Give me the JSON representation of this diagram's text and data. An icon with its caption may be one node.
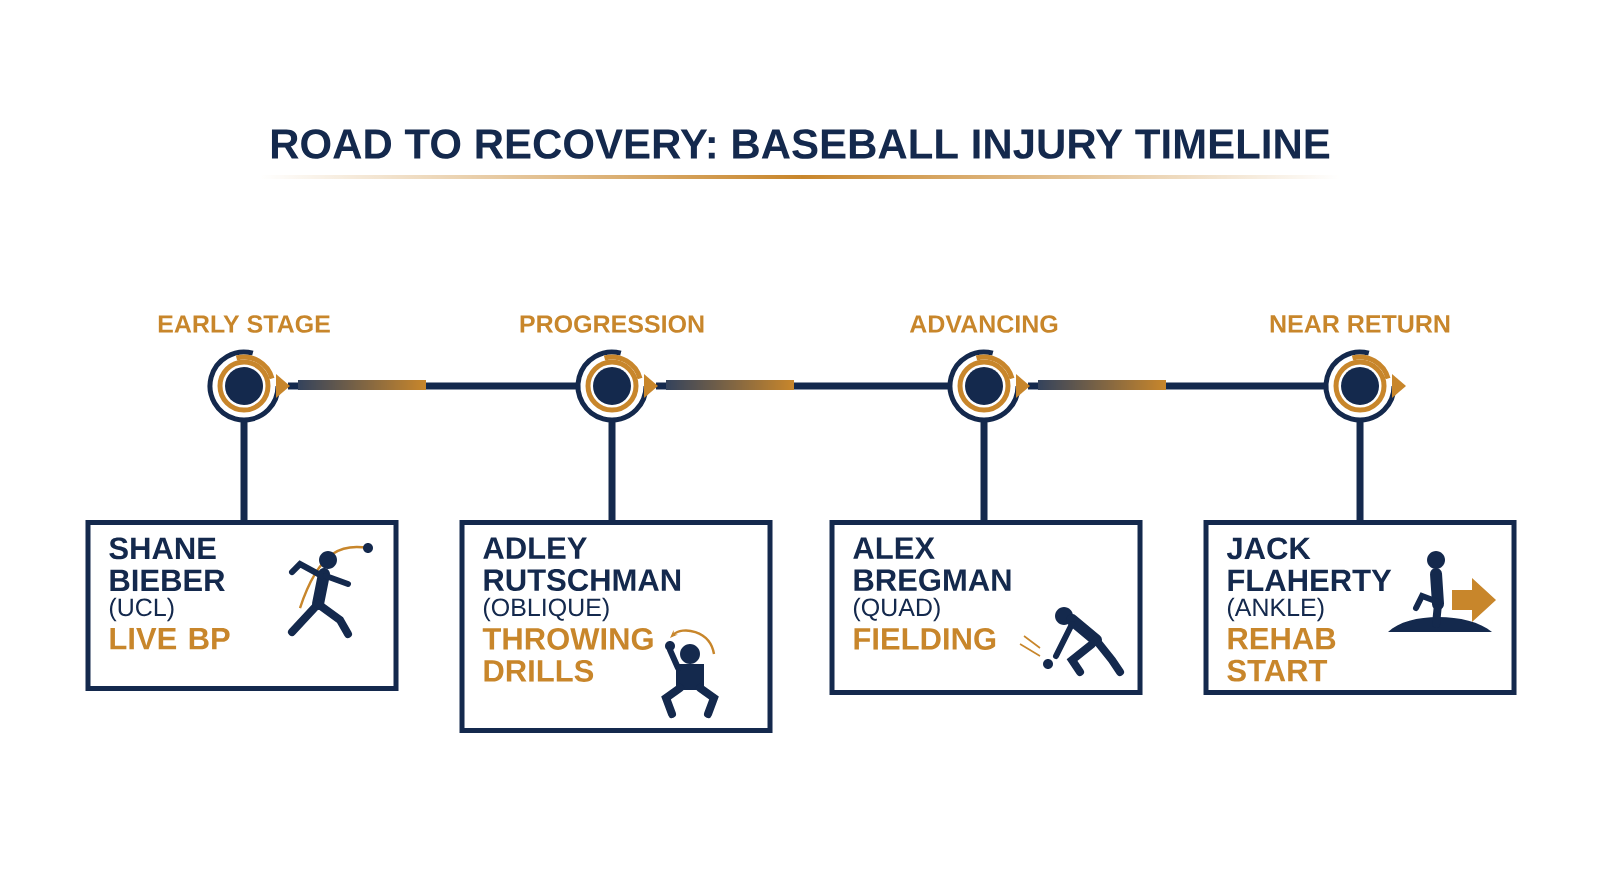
{
  "diagram": {
    "title": "ROAD TO RECOVERY: BASEBALL INJURY TIMELINE",
    "nodes": [
      {
        "text": [
          "EARLY STAGE"
        ]
      },
      {
        "text": [
          "PROGRESSION"
        ]
      },
      {
        "text": [
          "ADVANCING"
        ]
      },
      {
        "text": [
          "NEAR RETURN"
        ]
      },
      {
        "text": [
          "SHANE BIEBER",
          "(UCL)",
          "LIVE BP"
        ]
      },
      {
        "text": [
          "ADLEY RUTSCHMAN",
          "(OBLIQUE)",
          "THROWING DRILLS"
        ]
      },
      {
        "text": [
          "ALEX BREGMAN",
          "(QUAD)",
          "FIELDING"
        ]
      },
      {
        "text": [
          "JACK FLAHERTY",
          "(ANKLE)",
          "REHAB START"
        ]
      }
    ],
    "edges": [
      {
        "from": 0,
        "to": 1,
        "arrow": "none"
      },
      {
        "from": 1,
        "to": 2,
        "arrow": "none"
      },
      {
        "from": 2,
        "to": 3,
        "arrow": "none"
      },
      {
        "from": 0,
        "to": 4,
        "arrow": "none"
      },
      {
        "from": 1,
        "to": 5,
        "arrow": "none"
      },
      {
        "from": 2,
        "to": 6,
        "arrow": "none"
      },
      {
        "from": 3,
        "to": 7,
        "arrow": "none"
      }
    ]
  }
}
